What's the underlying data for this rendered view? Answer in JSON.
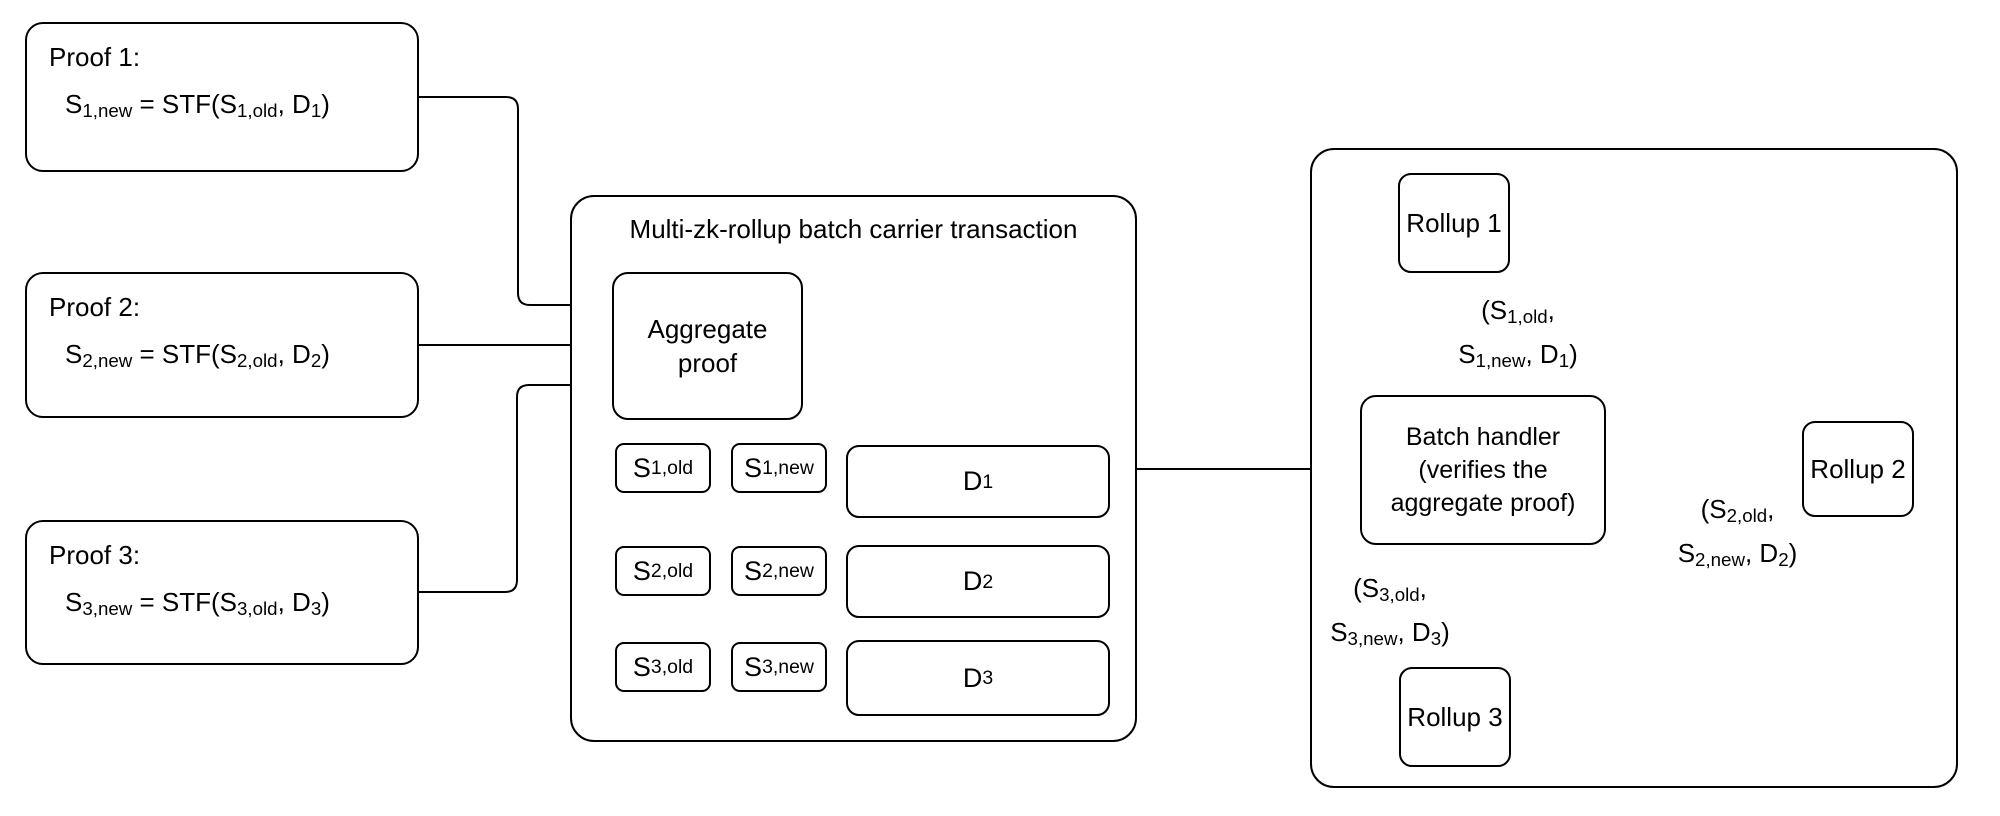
{
  "canvas": {
    "background": "#ffffff",
    "stroke_color": "#000000",
    "text_color": "#000000"
  },
  "proofs": [
    {
      "title": "Proof 1:",
      "formula": [
        {
          "t": "S"
        },
        {
          "t": "1,new",
          "sub": true
        },
        {
          "t": " = STF(S"
        },
        {
          "t": "1,old",
          "sub": true
        },
        {
          "t": ", D"
        },
        {
          "t": "1",
          "sub": true
        },
        {
          "t": ")"
        }
      ]
    },
    {
      "title": "Proof 2:",
      "formula": [
        {
          "t": "S"
        },
        {
          "t": "2,new",
          "sub": true
        },
        {
          "t": " = STF(S"
        },
        {
          "t": "2,old",
          "sub": true
        },
        {
          "t": ", D"
        },
        {
          "t": "2",
          "sub": true
        },
        {
          "t": ")"
        }
      ]
    },
    {
      "title": "Proof 3:",
      "formula": [
        {
          "t": "S"
        },
        {
          "t": "3,new",
          "sub": true
        },
        {
          "t": " = STF(S"
        },
        {
          "t": "3,old",
          "sub": true
        },
        {
          "t": ", D"
        },
        {
          "t": "3",
          "sub": true
        },
        {
          "t": ")"
        }
      ]
    }
  ],
  "carrier": {
    "title": "Multi-zk-rollup batch carrier transaction",
    "aggregate": {
      "line1": "Aggregate",
      "line2": "proof"
    },
    "rows": [
      {
        "old": [
          {
            "t": "S"
          },
          {
            "t": "1,old",
            "sub": true
          }
        ],
        "new": [
          {
            "t": "S"
          },
          {
            "t": "1,new",
            "sub": true
          }
        ],
        "data": [
          {
            "t": "D"
          },
          {
            "t": "1",
            "sub": true
          }
        ]
      },
      {
        "old": [
          {
            "t": "S"
          },
          {
            "t": "2,old",
            "sub": true
          }
        ],
        "new": [
          {
            "t": "S"
          },
          {
            "t": "2,new",
            "sub": true
          }
        ],
        "data": [
          {
            "t": "D"
          },
          {
            "t": "2",
            "sub": true
          }
        ]
      },
      {
        "old": [
          {
            "t": "S"
          },
          {
            "t": "3,old",
            "sub": true
          }
        ],
        "new": [
          {
            "t": "S"
          },
          {
            "t": "3,new",
            "sub": true
          }
        ],
        "data": [
          {
            "t": "D"
          },
          {
            "t": "3",
            "sub": true
          }
        ]
      }
    ]
  },
  "handler": {
    "line1": "Batch handler",
    "line2": "(verifies the",
    "line3": "aggregate proof)"
  },
  "rollups": [
    "Rollup 1",
    "Rollup 2",
    "Rollup 3"
  ],
  "arrow_labels": [
    {
      "line1": [
        {
          "t": "(S"
        },
        {
          "t": "1,old",
          "sub": true
        },
        {
          "t": ","
        }
      ],
      "line2": [
        {
          "t": "S"
        },
        {
          "t": "1,new",
          "sub": true
        },
        {
          "t": ", D"
        },
        {
          "t": "1",
          "sub": true
        },
        {
          "t": ")"
        }
      ]
    },
    {
      "line1": [
        {
          "t": "(S"
        },
        {
          "t": "2,old",
          "sub": true
        },
        {
          "t": ","
        }
      ],
      "line2": [
        {
          "t": "S"
        },
        {
          "t": "2,new",
          "sub": true
        },
        {
          "t": ", D"
        },
        {
          "t": "2",
          "sub": true
        },
        {
          "t": ")"
        }
      ]
    },
    {
      "line1": [
        {
          "t": "(S"
        },
        {
          "t": "3,old",
          "sub": true
        },
        {
          "t": ","
        }
      ],
      "line2": [
        {
          "t": "S"
        },
        {
          "t": "3,new",
          "sub": true
        },
        {
          "t": ", D"
        },
        {
          "t": "3",
          "sub": true
        },
        {
          "t": ")"
        }
      ]
    }
  ]
}
